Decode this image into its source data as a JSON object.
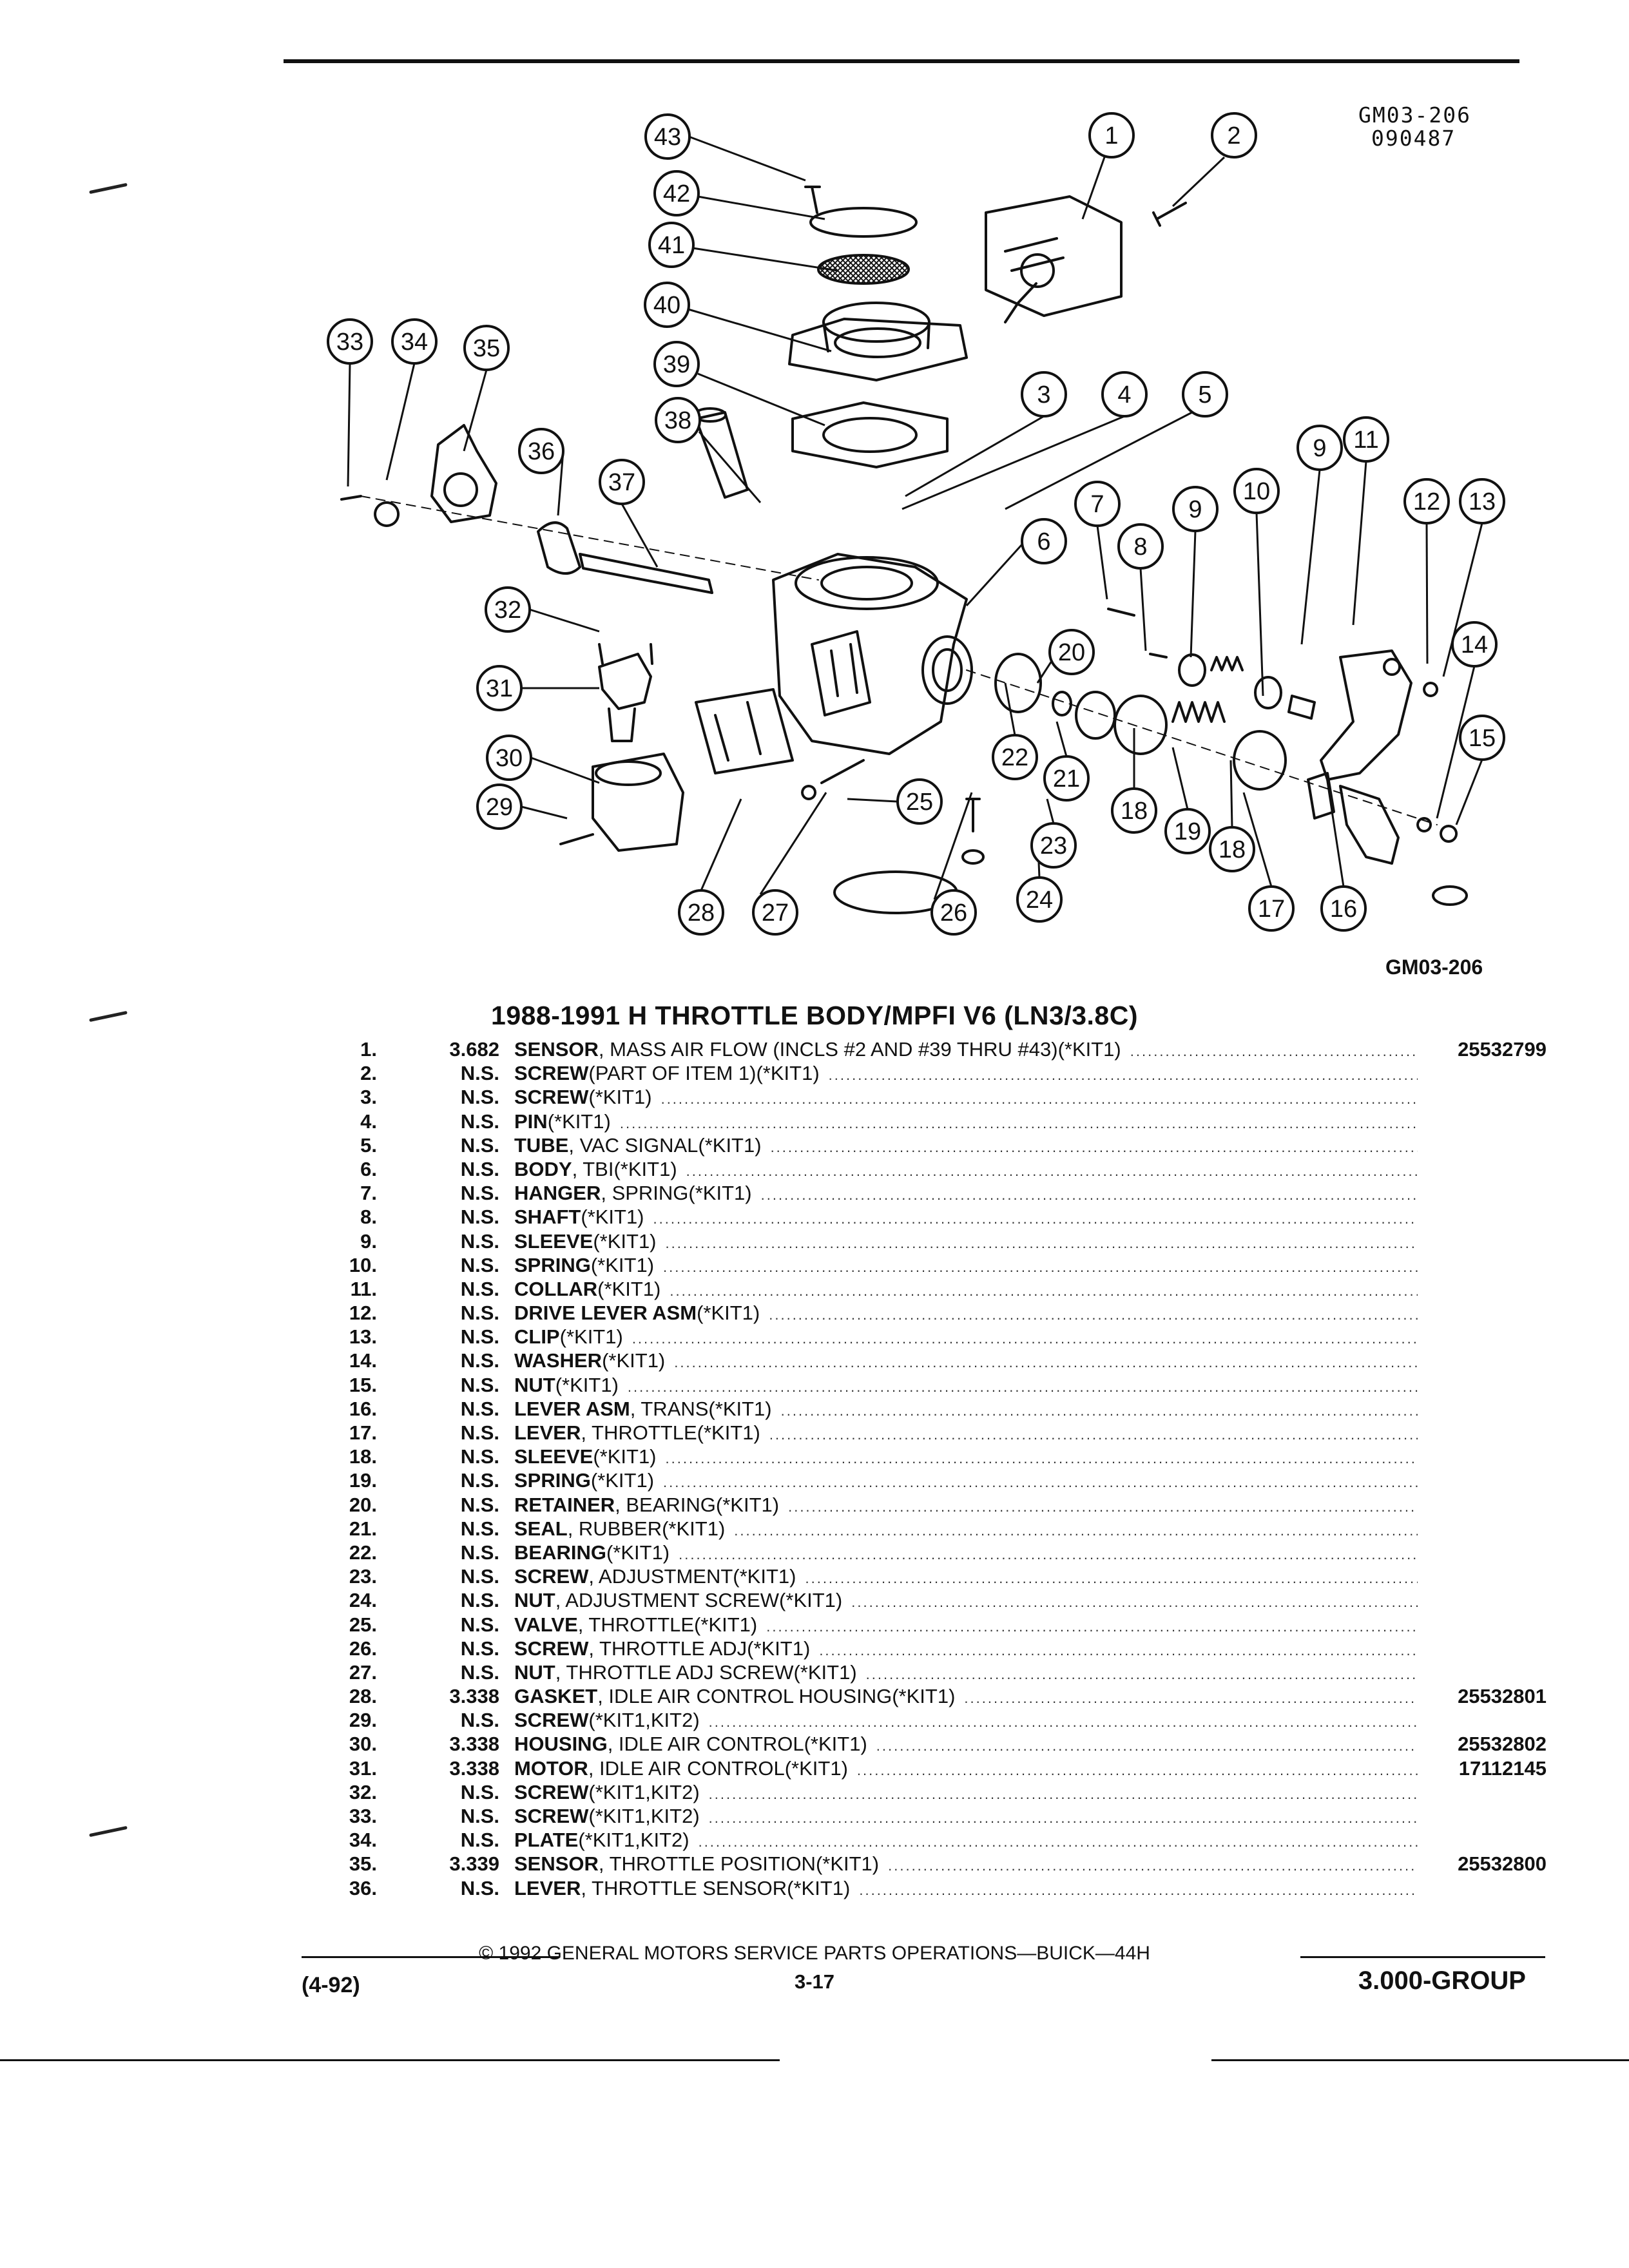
{
  "diagram": {
    "ref_code": "GM03-206",
    "ref_date": "090487",
    "caption": "GM03-206",
    "callouts": [
      "1",
      "2",
      "3",
      "4",
      "5",
      "6",
      "7",
      "8",
      "9",
      "9",
      "10",
      "11",
      "12",
      "13",
      "14",
      "15",
      "16",
      "17",
      "18",
      "18",
      "19",
      "20",
      "21",
      "22",
      "23",
      "24",
      "25",
      "26",
      "27",
      "28",
      "29",
      "30",
      "31",
      "32",
      "33",
      "34",
      "35",
      "36",
      "37",
      "38",
      "39",
      "40",
      "41",
      "42",
      "43"
    ]
  },
  "title": "1988-1991 H THROTTLE BODY/MPFI V6 (LN3/3.8C)",
  "parts": [
    {
      "num": "1.",
      "price": "3.682",
      "name": "SENSOR",
      "detail": ", MASS AIR FLOW (INCLS #2 AND #39 THRU #43)(*KIT1)",
      "pn": "25532799"
    },
    {
      "num": "2.",
      "price": "N.S.",
      "name": "SCREW",
      "detail": "(PART OF ITEM 1)(*KIT1)",
      "pn": ""
    },
    {
      "num": "3.",
      "price": "N.S.",
      "name": "SCREW",
      "detail": "(*KIT1)",
      "pn": ""
    },
    {
      "num": "4.",
      "price": "N.S.",
      "name": "PIN",
      "detail": "(*KIT1)",
      "pn": ""
    },
    {
      "num": "5.",
      "price": "N.S.",
      "name": "TUBE",
      "detail": ", VAC SIGNAL(*KIT1)",
      "pn": ""
    },
    {
      "num": "6.",
      "price": "N.S.",
      "name": "BODY",
      "detail": ", TBI(*KIT1)",
      "pn": ""
    },
    {
      "num": "7.",
      "price": "N.S.",
      "name": "HANGER",
      "detail": ", SPRING(*KIT1)",
      "pn": ""
    },
    {
      "num": "8.",
      "price": "N.S.",
      "name": "SHAFT",
      "detail": "(*KIT1)",
      "pn": ""
    },
    {
      "num": "9.",
      "price": "N.S.",
      "name": "SLEEVE",
      "detail": "(*KIT1)",
      "pn": ""
    },
    {
      "num": "10.",
      "price": "N.S.",
      "name": "SPRING",
      "detail": "(*KIT1)",
      "pn": ""
    },
    {
      "num": "11.",
      "price": "N.S.",
      "name": "COLLAR",
      "detail": "(*KIT1)",
      "pn": ""
    },
    {
      "num": "12.",
      "price": "N.S.",
      "name": "DRIVE LEVER ASM",
      "detail": "(*KIT1)",
      "pn": ""
    },
    {
      "num": "13.",
      "price": "N.S.",
      "name": "CLIP",
      "detail": "(*KIT1)",
      "pn": ""
    },
    {
      "num": "14.",
      "price": "N.S.",
      "name": "WASHER",
      "detail": "(*KIT1)",
      "pn": ""
    },
    {
      "num": "15.",
      "price": "N.S.",
      "name": "NUT",
      "detail": "(*KIT1)",
      "pn": ""
    },
    {
      "num": "16.",
      "price": "N.S.",
      "name": "LEVER ASM",
      "detail": ", TRANS(*KIT1)",
      "pn": ""
    },
    {
      "num": "17.",
      "price": "N.S.",
      "name": "LEVER",
      "detail": ", THROTTLE(*KIT1)",
      "pn": ""
    },
    {
      "num": "18.",
      "price": "N.S.",
      "name": "SLEEVE",
      "detail": "(*KIT1)",
      "pn": ""
    },
    {
      "num": "19.",
      "price": "N.S.",
      "name": "SPRING",
      "detail": "(*KIT1)",
      "pn": ""
    },
    {
      "num": "20.",
      "price": "N.S.",
      "name": "RETAINER",
      "detail": ", BEARING(*KIT1)",
      "pn": ""
    },
    {
      "num": "21.",
      "price": "N.S.",
      "name": "SEAL",
      "detail": ", RUBBER(*KIT1)",
      "pn": ""
    },
    {
      "num": "22.",
      "price": "N.S.",
      "name": "BEARING",
      "detail": "(*KIT1)",
      "pn": ""
    },
    {
      "num": "23.",
      "price": "N.S.",
      "name": "SCREW",
      "detail": ", ADJUSTMENT(*KIT1)",
      "pn": ""
    },
    {
      "num": "24.",
      "price": "N.S.",
      "name": "NUT",
      "detail": ", ADJUSTMENT SCREW(*KIT1)",
      "pn": ""
    },
    {
      "num": "25.",
      "price": "N.S.",
      "name": "VALVE",
      "detail": ", THROTTLE(*KIT1)",
      "pn": ""
    },
    {
      "num": "26.",
      "price": "N.S.",
      "name": "SCREW",
      "detail": ", THROTTLE ADJ(*KIT1)",
      "pn": ""
    },
    {
      "num": "27.",
      "price": "N.S.",
      "name": "NUT",
      "detail": ", THROTTLE ADJ SCREW(*KIT1)",
      "pn": ""
    },
    {
      "num": "28.",
      "price": "3.338",
      "name": "GASKET",
      "detail": ", IDLE AIR CONTROL HOUSING(*KIT1)",
      "pn": "25532801"
    },
    {
      "num": "29.",
      "price": "N.S.",
      "name": "SCREW",
      "detail": "(*KIT1,KIT2)",
      "pn": ""
    },
    {
      "num": "30.",
      "price": "3.338",
      "name": "HOUSING",
      "detail": ", IDLE AIR CONTROL(*KIT1)",
      "pn": "25532802"
    },
    {
      "num": "31.",
      "price": "3.338",
      "name": "MOTOR",
      "detail": ", IDLE AIR CONTROL(*KIT1)",
      "pn": "17112145"
    },
    {
      "num": "32.",
      "price": "N.S.",
      "name": "SCREW",
      "detail": "(*KIT1,KIT2)",
      "pn": ""
    },
    {
      "num": "33.",
      "price": "N.S.",
      "name": "SCREW",
      "detail": "(*KIT1,KIT2)",
      "pn": ""
    },
    {
      "num": "34.",
      "price": "N.S.",
      "name": "PLATE",
      "detail": "(*KIT1,KIT2)",
      "pn": ""
    },
    {
      "num": "35.",
      "price": "3.339",
      "name": "SENSOR",
      "detail": ", THROTTLE POSITION(*KIT1)",
      "pn": "25532800"
    },
    {
      "num": "36.",
      "price": "N.S.",
      "name": "LEVER",
      "detail": ", THROTTLE SENSOR(*KIT1)",
      "pn": ""
    }
  ],
  "footer": {
    "copyright": "© 1992 GENERAL MOTORS SERVICE PARTS OPERATIONS—BUICK—44H",
    "page": "3-17",
    "date": "(4-92)",
    "group": "3.000-GROUP"
  }
}
